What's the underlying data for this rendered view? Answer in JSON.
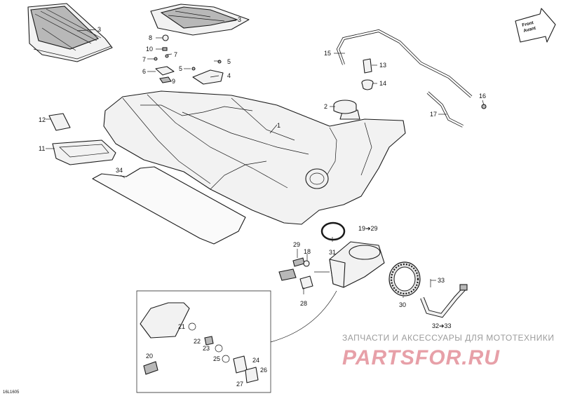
{
  "diagram_code": "16L1605",
  "front_arrow": {
    "line1": "Front",
    "line2": "Avant"
  },
  "callouts": {
    "c1": "1",
    "c2": "2",
    "c3a": "3",
    "c3b": "3",
    "c4": "4",
    "c5a": "5",
    "c5b": "5",
    "c6": "6",
    "c7a": "7",
    "c7b": "7",
    "c8": "8",
    "c9": "9",
    "c10": "10",
    "c11": "11",
    "c12": "12",
    "c13": "13",
    "c14": "14",
    "c15": "15",
    "c16": "16",
    "c17": "17",
    "c18": "18",
    "c19_29": "19➔29",
    "c20": "20",
    "c21": "21",
    "c22": "22",
    "c23": "23",
    "c24": "24",
    "c25": "25",
    "c26": "26",
    "c27": "27",
    "c28": "28",
    "c29": "29",
    "c30": "30",
    "c31": "31",
    "c32_33": "32➔33",
    "c33": "33",
    "c34": "34"
  },
  "watermark": {
    "tagline": "ЗАПЧАСТИ И АКСЕССУАРЫ ДЛЯ МОТОТЕХНИКИ",
    "logo": "PARTSFOR.RU"
  }
}
